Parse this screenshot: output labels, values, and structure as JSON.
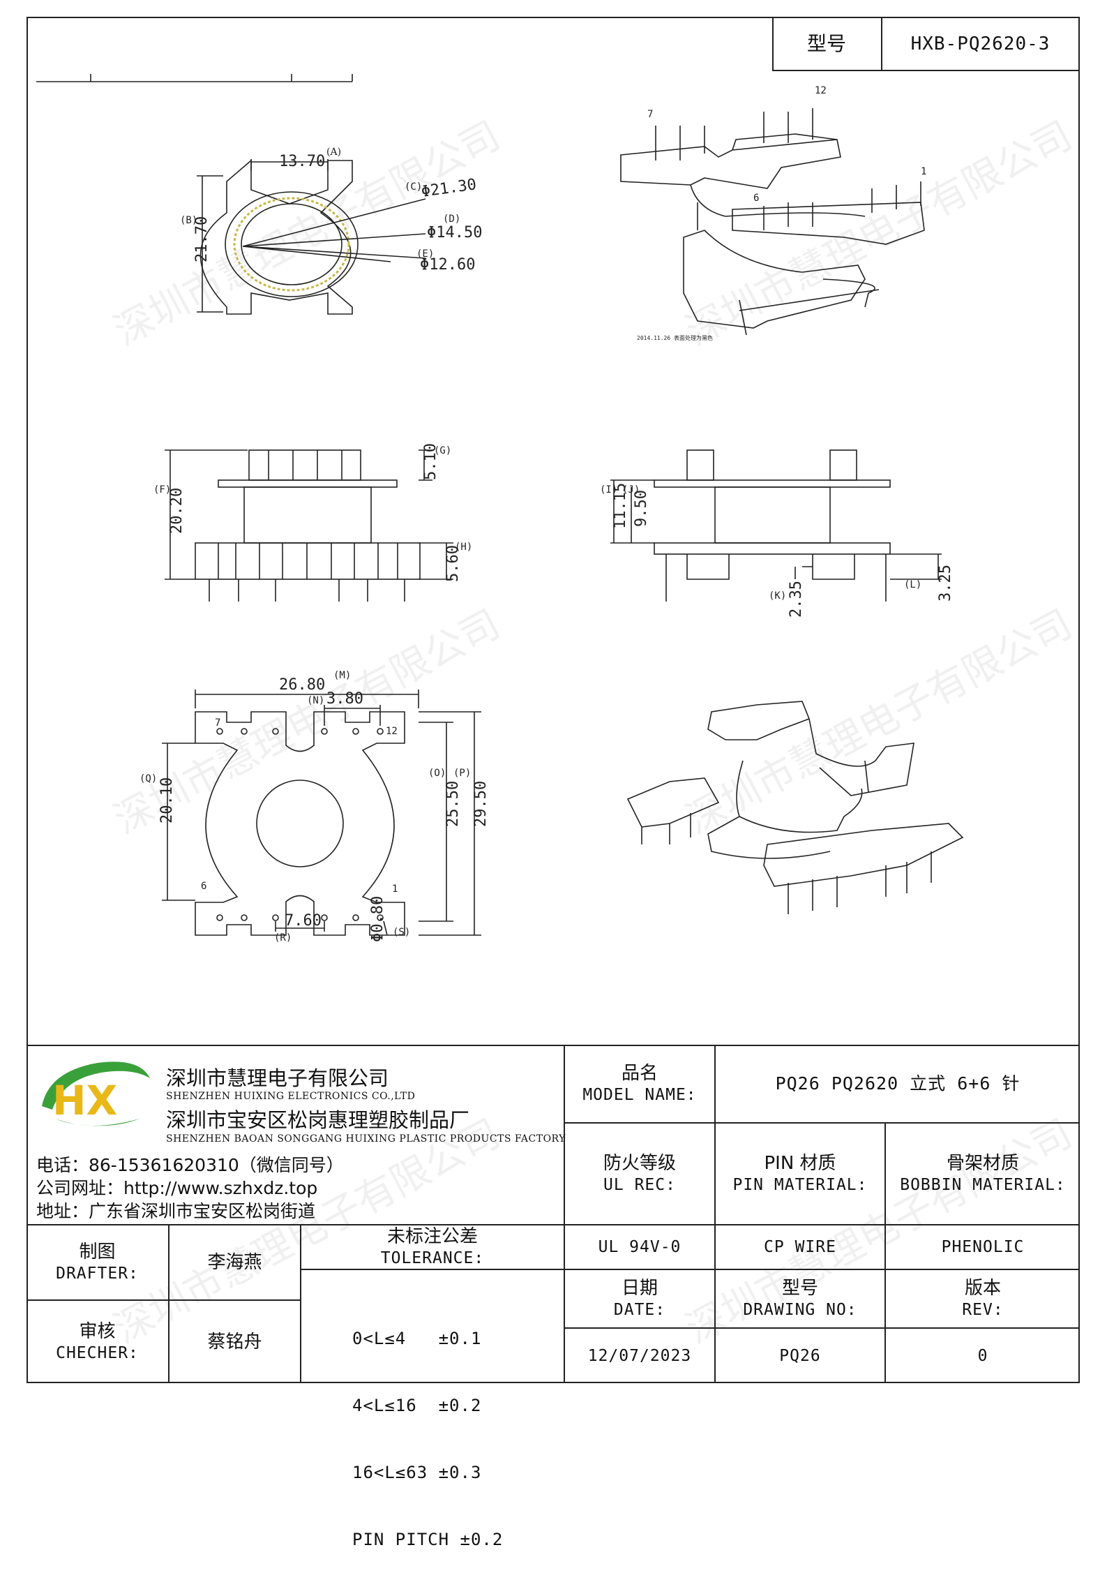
{
  "header": {
    "model_label": "型号",
    "model_value": "HXB-PQ2620-3"
  },
  "drawing": {
    "top_view": {
      "dim_a": "13.70",
      "tag_a": "(A)",
      "dim_b": "21.70",
      "tag_b": "(B)",
      "dim_c": "Φ21.30",
      "tag_c": "(C)",
      "dim_d": "Φ14.50",
      "tag_d": "(D)",
      "dim_e": "Φ12.60",
      "tag_e": "(E)"
    },
    "iso_top": {
      "pin_7": "7",
      "pin_12": "12",
      "pin_6": "6",
      "pin_1": "1",
      "stamp": "2014.11.26  表面处理为黑色"
    },
    "front_view": {
      "dim_f": "20.20",
      "tag_f": "(F)",
      "dim_g": "5.10",
      "tag_g": "(G)",
      "dim_h": "5.60",
      "tag_h": "(H)"
    },
    "side_view": {
      "dim_i": "11.15",
      "tag_i": "(I)",
      "dim_j": "9.50",
      "tag_j": "(J)",
      "dim_k": "2.35",
      "tag_k": "(K)",
      "dim_l": "3.25",
      "tag_l": "(L)"
    },
    "bottom_view": {
      "dim_m": "26.80",
      "tag_m": "(M)",
      "dim_n": "3.80",
      "tag_n": "(N)",
      "dim_o": "25.50",
      "tag_o": "(O)",
      "dim_p": "29.50",
      "tag_p": "(P)",
      "dim_q": "20.10",
      "tag_q": "(Q)",
      "dim_r": "7.60",
      "tag_r": "(R)",
      "dim_s": "Φ0.80",
      "tag_s": "(S)",
      "pin_7": "7",
      "pin_12": "12",
      "pin_6": "6",
      "pin_1": "1"
    }
  },
  "watermark": "深圳市慧理电子有限公司",
  "company": {
    "logo_letters": "HX",
    "name_cn": "深圳市慧理电子有限公司",
    "name_en": "SHENZHEN HUIXING ELECTRONICS CO.,LTD",
    "factory_cn": "深圳市宝安区松岗惠理塑胶制品厂",
    "factory_en": "SHENZHEN BAOAN SONGGANG HUIXING PLASTIC PRODUCTS FACTORY",
    "phone": "电话：86-15361620310（微信同号）",
    "website": "公司网址：http://www.szhxdz.top",
    "address": "地址：广东省深圳市宝安区松岗街道"
  },
  "titleblock": {
    "model_name_cn": "品名",
    "model_name_en": "MODEL NAME:",
    "model_name_value": "PQ26 PQ2620 立式 6+6 针",
    "ul_cn": "防火等级",
    "ul_en": "UL REC:",
    "pin_mat_cn": "PIN 材质",
    "pin_mat_en": "PIN MATERIAL:",
    "bobbin_mat_cn": "骨架材质",
    "bobbin_mat_en": "BOBBIN MATERIAL:",
    "ul_value": "UL 94V-0",
    "pin_mat_value": "CP WIRE",
    "bobbin_mat_value": "PHENOLIC",
    "drafter_cn": "制图",
    "drafter_en": "DRAFTER:",
    "drafter_name": "李海燕",
    "checker_cn": "审核",
    "checker_en": "CHECHER:",
    "checker_name": "蔡铭舟",
    "tol_cn": "未标注公差",
    "tol_en": "TOLERANCE:",
    "tol_1": "0<L≤4   ±0.1",
    "tol_2": "4<L≤16  ±0.2",
    "tol_3": "16<L≤63 ±0.3",
    "tol_4": "PIN PITCH ±0.2",
    "date_cn": "日期",
    "date_en": "DATE:",
    "date_value": "12/07/2023",
    "drawno_cn": "型号",
    "drawno_en": "DRAWING NO:",
    "drawno_value": "PQ26",
    "rev_cn": "版本",
    "rev_en": "REV:",
    "rev_value": "0"
  }
}
